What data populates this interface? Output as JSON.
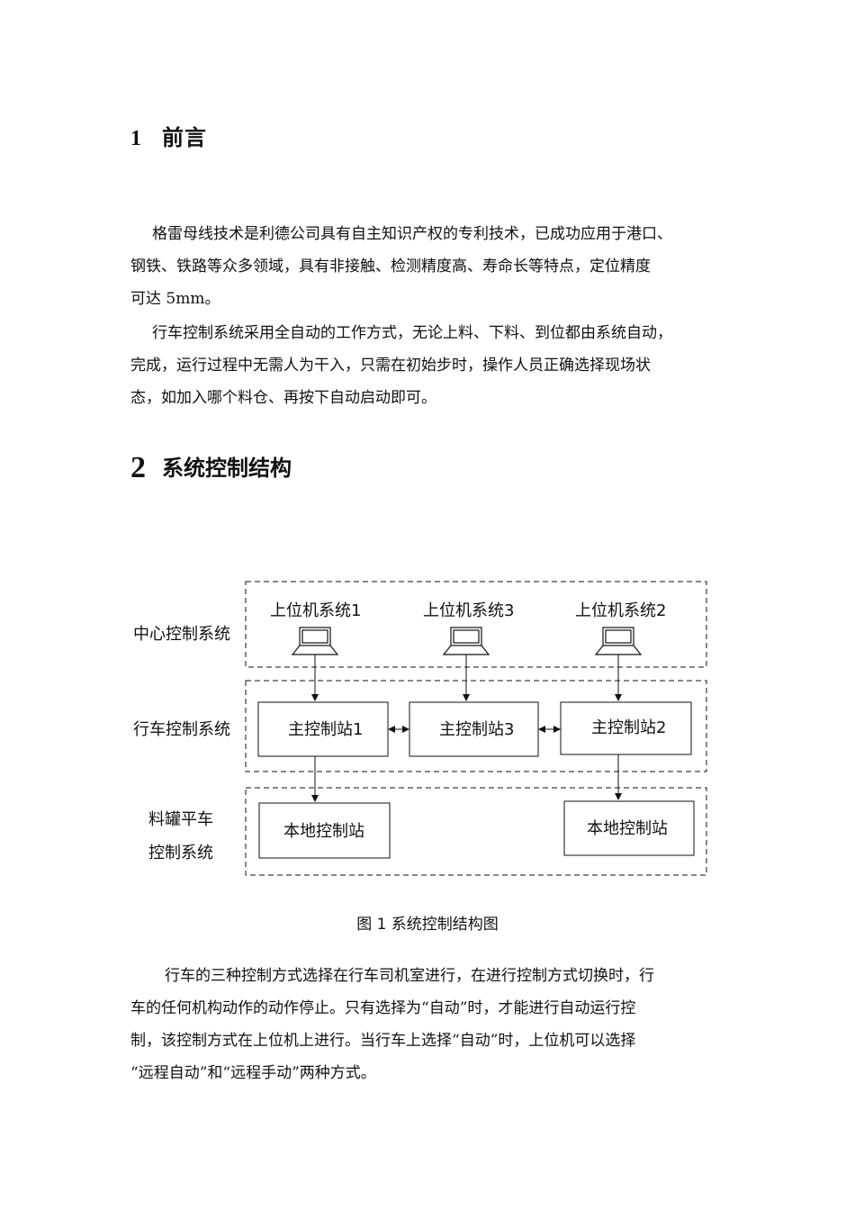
{
  "section1": {
    "number": "1",
    "title": "前言"
  },
  "p1": {
    "line1": "格雷母线技术是利德公司具有自主知识产权的专利技术，已成功应用于港口、",
    "line2": "钢铁、铁路等众多领域，具有非接触、检测精度高、寿命长等特点，定位精度",
    "line3": "可达 5mm。"
  },
  "p2": {
    "line1": "行车控制系统采用全自动的工作方式，无论上料、下料、到位都由系统自动，",
    "line2": "完成，运行过程中无需人为干入，只需在初始步时，操作人员正确选择现场状",
    "line3": "态，如加入哪个料仓、再按下自动启动即可。"
  },
  "section2": {
    "number": "2",
    "title": "系统控制结构"
  },
  "diagram": {
    "layer1": "中心控制系统",
    "layer2": "行车控制系统",
    "layer3_line1": "料罐平车",
    "layer3_line2": "控制系统",
    "pc1": "上位机系统1",
    "pc3": "上位机系统3",
    "pc2": "上位机系统2",
    "main1": "主控制站1",
    "main3": "主控制站3",
    "main2": "主控制站2",
    "local1": "本地控制站",
    "local2": "本地控制站"
  },
  "caption": "图  1 系统控制结构图",
  "p3": {
    "line1": "行车的三种控制方式选择在行车司机室进行，在进行控制方式切换时，行",
    "line2": "车的任何机构动作的动作停止。只有选择为“自动”时，才能进行自动运行控",
    "line3": "制，该控制方式在上位机上进行。当行车上选择“自动”时，上位机可以选择",
    "line4": "“远程自动”和“远程手动”两种方式。"
  }
}
